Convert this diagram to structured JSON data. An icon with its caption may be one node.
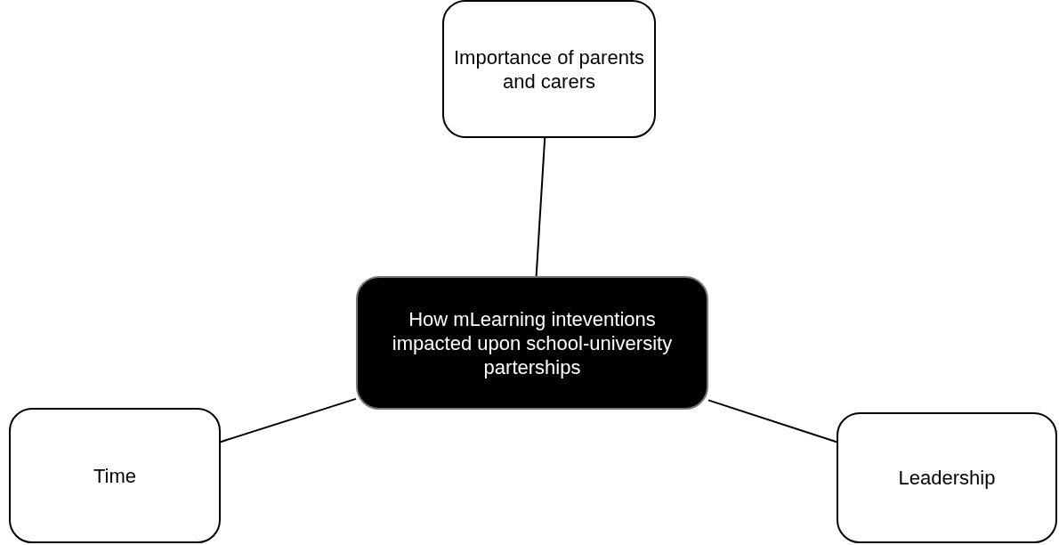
{
  "diagram": {
    "nodes": [
      {
        "text": [
          "How mLearning inteventions impacted upon school-university parterships"
        ]
      },
      {
        "text": [
          "Importance of parents and carers"
        ]
      },
      {
        "text": [
          "Time"
        ]
      },
      {
        "text": [
          "Leadership"
        ]
      }
    ],
    "edges": [
      {
        "from": 0,
        "to": 1,
        "arrow": "none"
      },
      {
        "from": 0,
        "to": 2,
        "arrow": "none"
      },
      {
        "from": 0,
        "to": 3,
        "arrow": "none"
      }
    ]
  }
}
